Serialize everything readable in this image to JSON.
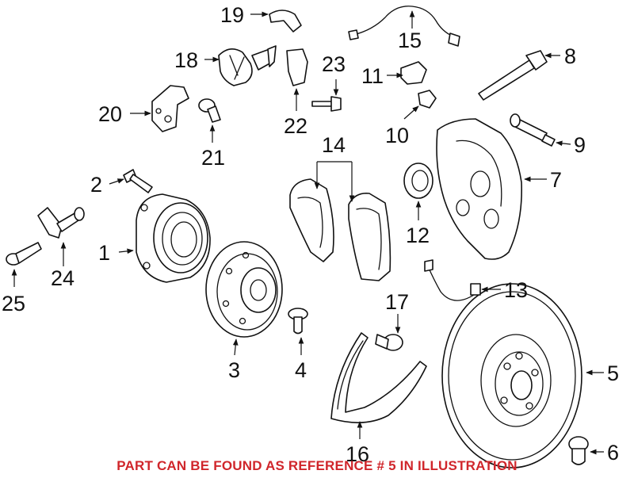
{
  "diagram": {
    "callouts": {
      "c1": "1",
      "c2": "2",
      "c3": "3",
      "c4": "4",
      "c5": "5",
      "c6": "6",
      "c7": "7",
      "c8": "8",
      "c9": "9",
      "c10": "10",
      "c11": "11",
      "c12": "12",
      "c13": "13",
      "c14": "14",
      "c15": "15",
      "c16": "16",
      "c17": "17",
      "c18": "18",
      "c19": "19",
      "c20": "20",
      "c21": "21",
      "c22": "22",
      "c23": "23",
      "c24": "24",
      "c25": "25"
    },
    "footer_note": "PART CAN BE FOUND AS REFERENCE # 5 IN ILLUSTRATION",
    "colors": {
      "line": "#111111",
      "note": "#d0262b",
      "background": "#ffffff"
    }
  }
}
